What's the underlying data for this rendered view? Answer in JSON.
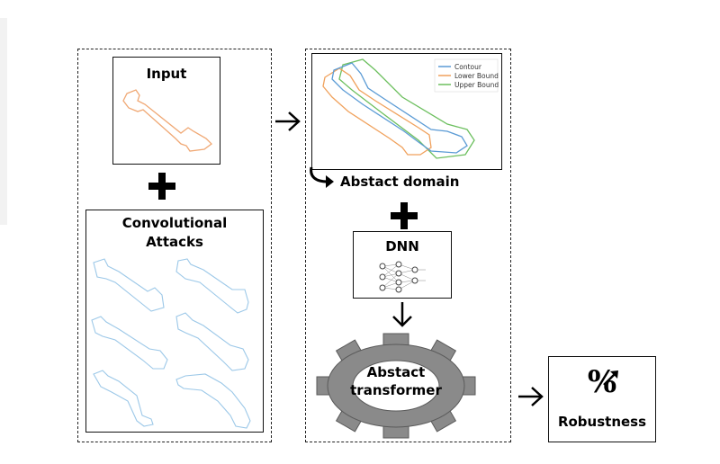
{
  "input_box": {
    "label": "Input"
  },
  "attacks_box": {
    "label_line1": "Convolutional",
    "label_line2": "Attacks"
  },
  "domain_plot": {
    "legend": [
      "Contour",
      "Lower Bound",
      "Upper Bound"
    ],
    "colors": {
      "contour": "#5b9bd5",
      "lower": "#f0a15c",
      "upper": "#6cbf5e"
    }
  },
  "abstract_domain": {
    "label": "Abstact domain"
  },
  "dnn_box": {
    "label": "DNN"
  },
  "transformer": {
    "label_line1": "Abstact",
    "label_line2": "transformer"
  },
  "robustness_box": {
    "symbol": "%",
    "label": "Robustness"
  },
  "colors": {
    "input_shape": "#f0a874",
    "attack_shape": "#9cc8e8",
    "gear": "#8a8a8a",
    "gear_dark": "#5a5a5a"
  }
}
